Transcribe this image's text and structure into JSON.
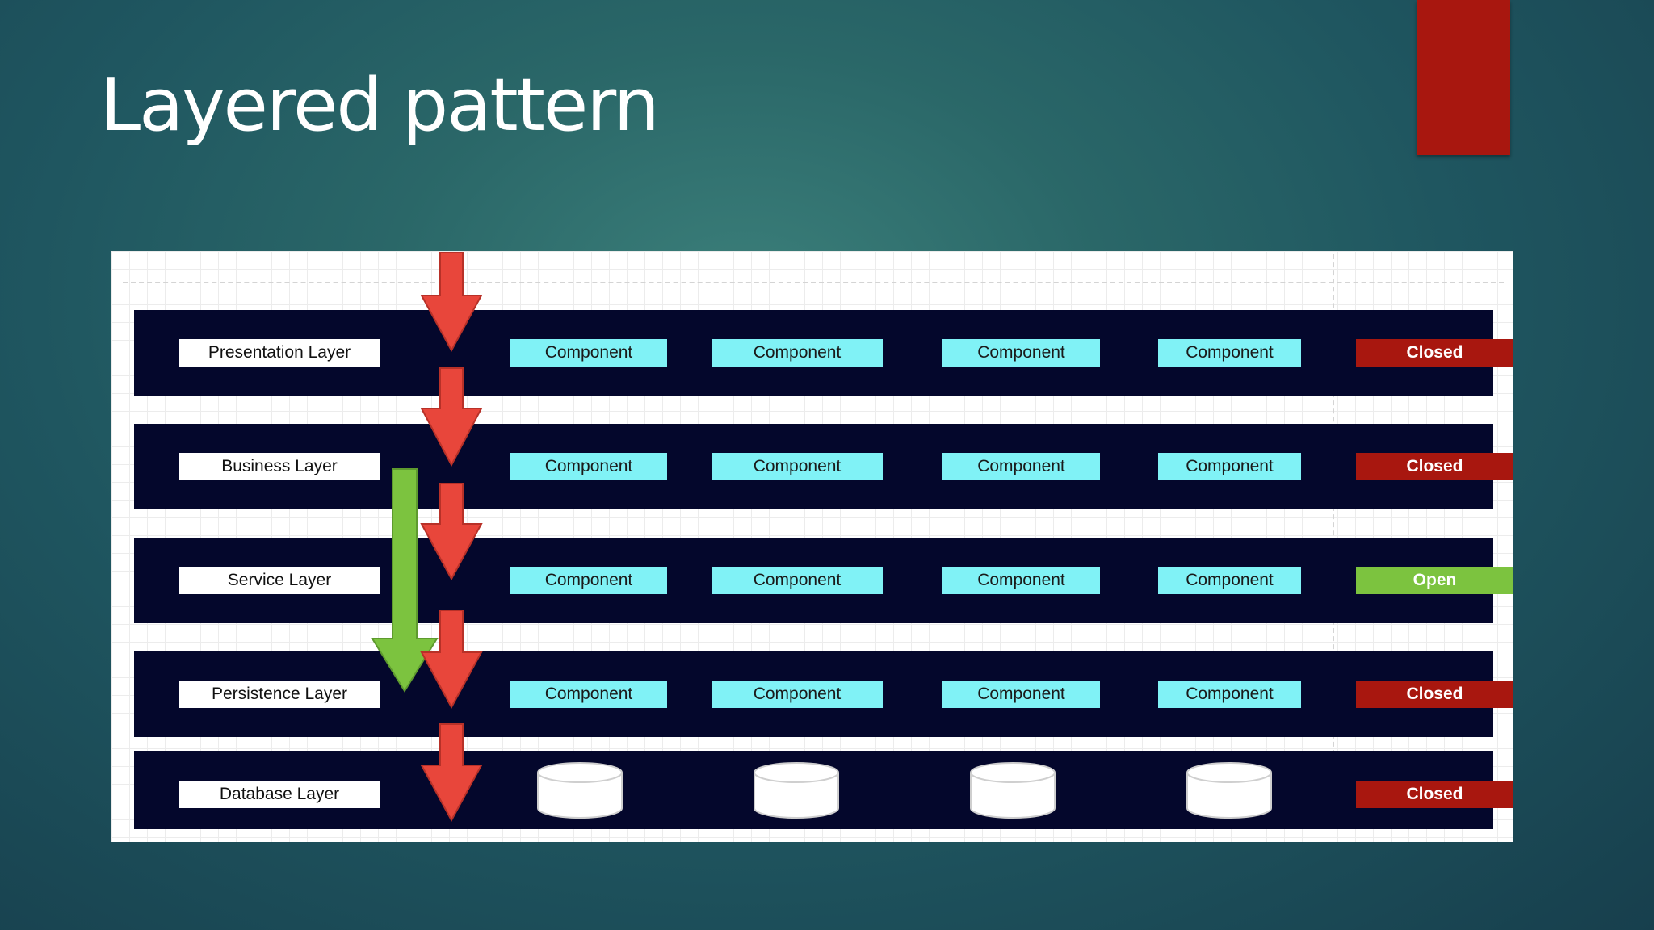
{
  "slide": {
    "title": "Layered pattern"
  },
  "colors": {
    "band": "#04072c",
    "component": "#80f2f6",
    "closed": "#a8170f",
    "open": "#7cc33f",
    "down_arrow": "#e8463b",
    "bypass_arrow": "#7cc33f"
  },
  "layers": [
    {
      "label": "Presentation Layer",
      "components": [
        "Component",
        "Component",
        "Component",
        "Component"
      ],
      "status": "Closed"
    },
    {
      "label": "Business Layer",
      "components": [
        "Component",
        "Component",
        "Component",
        "Component"
      ],
      "status": "Closed"
    },
    {
      "label": "Service Layer",
      "components": [
        "Component",
        "Component",
        "Component",
        "Component"
      ],
      "status": "Open"
    },
    {
      "label": "Persistence Layer",
      "components": [
        "Component",
        "Component",
        "Component",
        "Component"
      ],
      "status": "Closed"
    },
    {
      "label": "Database Layer",
      "components": [
        "database-icon",
        "database-icon",
        "database-icon",
        "database-icon"
      ],
      "status": "Closed"
    }
  ]
}
